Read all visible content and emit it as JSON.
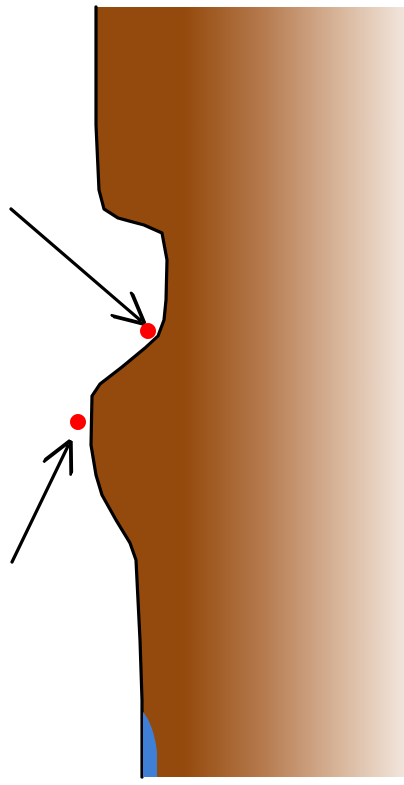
{
  "diagram": {
    "colors": {
      "background": "#ffffff",
      "terrain_dark": "#954a0d",
      "terrain_fade": "#efe2d8",
      "outline": "#000000",
      "marker": "#ff0000",
      "water": "#3f7fd6",
      "arrow": "#000000"
    },
    "elements": [
      "terrain-profile",
      "water-patch",
      "upper-arrow",
      "lower-arrow",
      "upper-marker-dot",
      "lower-marker-dot"
    ]
  }
}
